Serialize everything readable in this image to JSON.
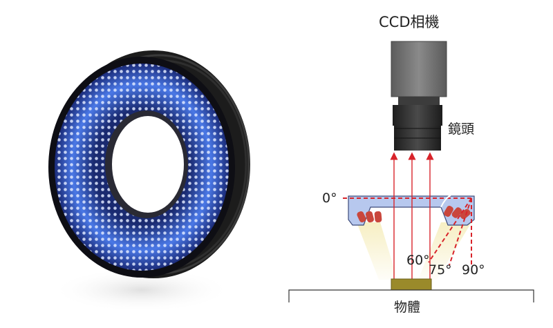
{
  "labels": {
    "camera": "CCD相機",
    "lens": "鏡頭",
    "angle_0": "0°",
    "angle_60": "60°",
    "angle_75": "75°",
    "angle_90": "90°",
    "object": "物體"
  },
  "colors": {
    "ring_led_glow": "#4a78e6",
    "camera_body": "#707070",
    "lens_body": "#2b2b2b",
    "light_housing": "#b7c8ee",
    "ray_red": "#d8232a",
    "led_red": "#c9463c",
    "light_cone": "#f6eec0",
    "object_block": "#9a8a2a"
  }
}
